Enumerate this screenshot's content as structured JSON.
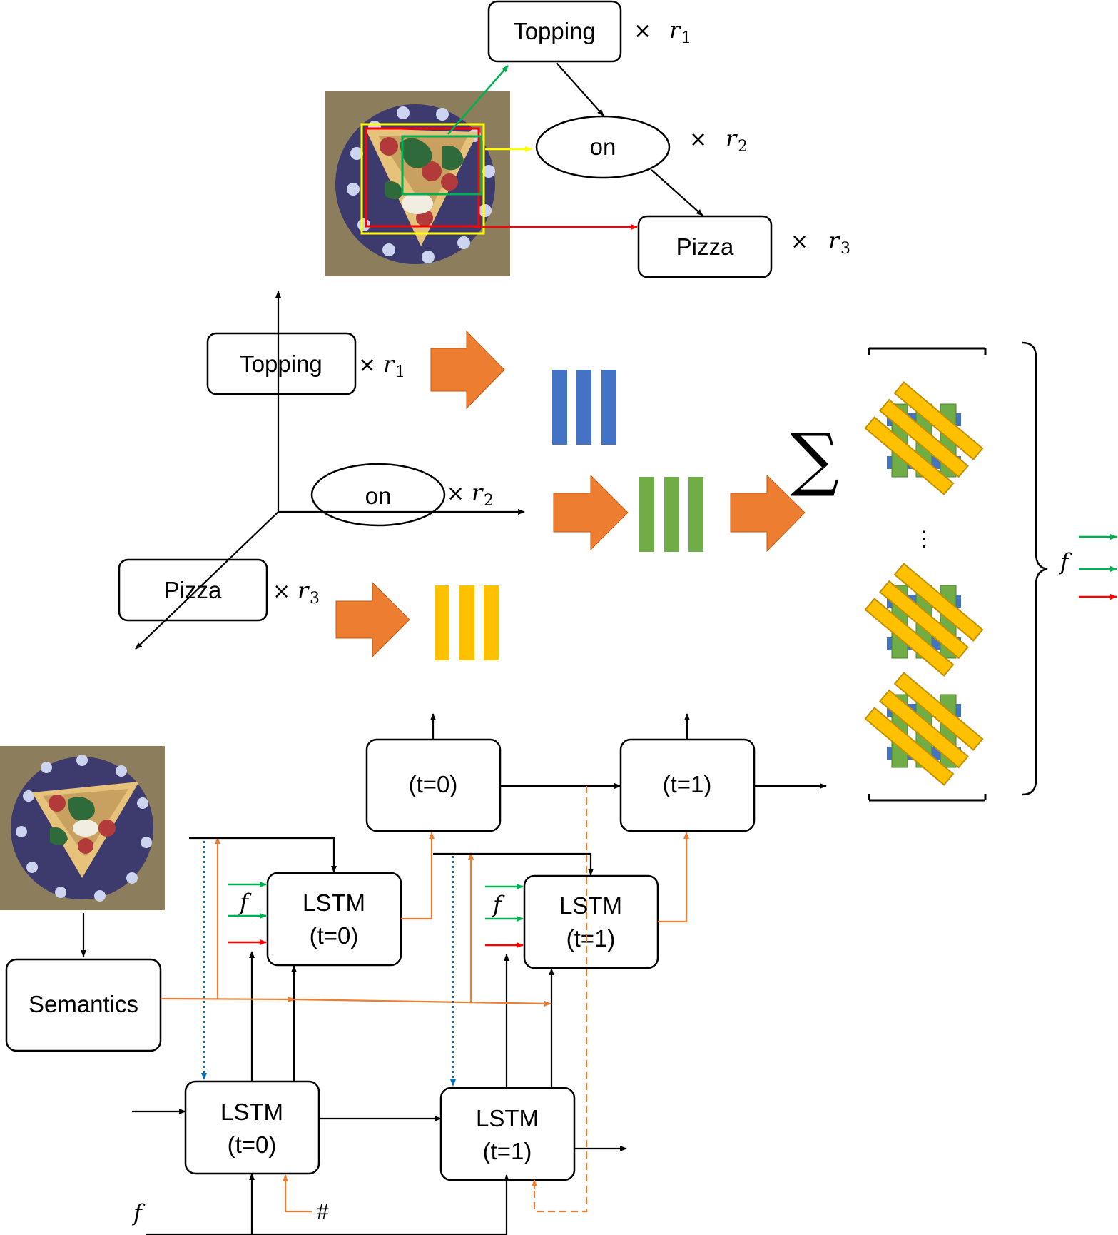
{
  "scene_graph": {
    "nodes": {
      "topping": "Topping",
      "on": "on",
      "pizza": "Pizza"
    },
    "multipliers": {
      "r1": {
        "sym": "r",
        "sub": "1"
      },
      "r2": {
        "sym": "r",
        "sub": "2"
      },
      "r3": {
        "sym": "r",
        "sub": "3"
      }
    },
    "times_symbol": "×"
  },
  "embedding_space": {
    "nodes": {
      "topping": "Topping",
      "on": "on",
      "pizza": "Pizza"
    },
    "sum_symbol": "∑",
    "ellipsis": "⋮",
    "feature_symbol": "f",
    "vector_colors": {
      "topping": "#4472C4",
      "on": "#70AD47",
      "pizza": "#FFC000"
    },
    "arrow_color": "#ED7D31"
  },
  "pipeline": {
    "semantics_label": "Semantics",
    "lstm_upper_0": {
      "name": "LSTM",
      "time": "(t=0)"
    },
    "lstm_upper_1": {
      "name": "LSTM",
      "time": "(t=1)"
    },
    "lstm_lower_0": {
      "name": "LSTM",
      "time": "(t=0)"
    },
    "lstm_lower_1": {
      "name": "LSTM",
      "time": "(t=1)"
    },
    "output_0": "(t=0)",
    "output_1": "(t=1)",
    "feature_symbol": "f",
    "hash_symbol": "#"
  },
  "colors": {
    "green": "#00B050",
    "red": "#FF0000",
    "yellow": "#FFFF00",
    "orange": "#ED7D31",
    "blue": "#0070C0"
  }
}
